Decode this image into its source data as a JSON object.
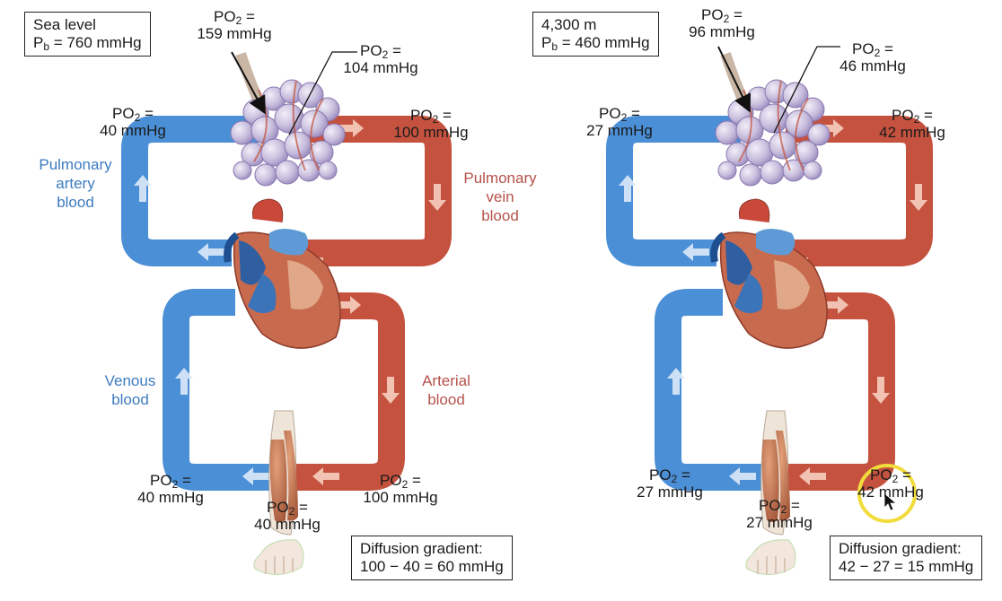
{
  "panels": [
    {
      "condition": "Sea level",
      "pb": "= 760 mmHg",
      "inspired": {
        "po": "PO",
        "value": "159 mmHg"
      },
      "alveolar": {
        "po": "PO",
        "value": "104 mmHg"
      },
      "pulm_artery": {
        "po": "PO",
        "value": "40 mmHg"
      },
      "pulm_vein": {
        "po": "PO",
        "value": "100 mmHg"
      },
      "venous": {
        "po": "PO",
        "value": "40 mmHg"
      },
      "muscle": {
        "po": "PO",
        "value": "40 mmHg"
      },
      "arterial": {
        "po": "PO",
        "value": "100 mmHg"
      },
      "gradient_title": "Diffusion gradient:",
      "gradient_value": "100 − 40 = 60 mmHg",
      "labels": {
        "pulm_artery_blood": [
          "Pulmonary",
          "artery",
          "blood"
        ],
        "pulm_vein_blood": [
          "Pulmonary",
          "vein",
          "blood"
        ],
        "venous_blood": [
          "Venous",
          "blood"
        ],
        "arterial_blood": [
          "Arterial",
          "blood"
        ]
      }
    },
    {
      "condition": "4,300 m",
      "pb": "= 460 mmHg",
      "inspired": {
        "po": "PO",
        "value": "96 mmHg"
      },
      "alveolar": {
        "po": "PO",
        "value": "46 mmHg"
      },
      "pulm_artery": {
        "po": "PO",
        "value": "27 mmHg"
      },
      "pulm_vein": {
        "po": "PO",
        "value": "42 mmHg"
      },
      "venous": {
        "po": "PO",
        "value": "27 mmHg"
      },
      "muscle": {
        "po": "PO",
        "value": "27 mmHg"
      },
      "arterial": {
        "po": "PO",
        "value": "42 mmHg"
      },
      "gradient_title": "Diffusion gradient:",
      "gradient_value": "42 − 27 = 15 mmHg"
    }
  ],
  "colors": {
    "venous_blue": "#4b8fd6",
    "arterial_red": "#c4523f",
    "label_blue": "#3d7cc0",
    "label_red": "#b5524a",
    "highlight": "#f2dc3c"
  }
}
